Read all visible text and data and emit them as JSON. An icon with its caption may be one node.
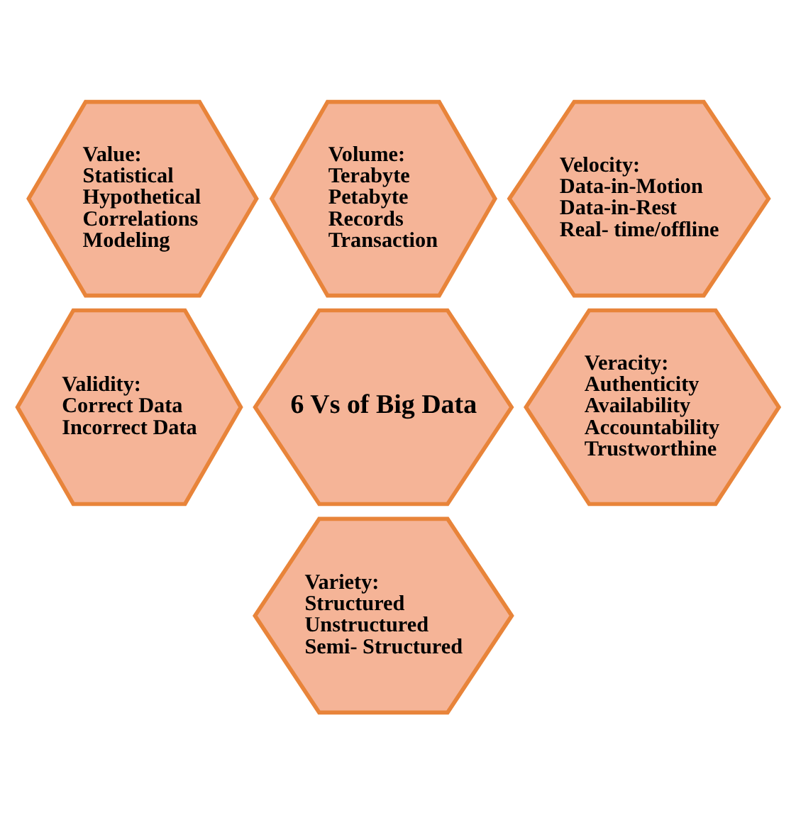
{
  "diagram": {
    "nodes": [
      {
        "text": [
          "Volume:",
          "Terabyte",
          "Petabyte",
          "Records",
          "Transaction"
        ]
      },
      {
        "text": [
          "Value:",
          "Statistical",
          "Hypothetical",
          "Correlations",
          "Modeling"
        ]
      },
      {
        "text": [
          "Velocity:",
          "Data-in-Motion",
          "Data-in-Rest",
          "Real- time/offline"
        ]
      },
      {
        "text": [
          "6 Vs of Big Data"
        ]
      },
      {
        "text": [
          "Validity:",
          "Correct Data",
          "Incorrect Data"
        ]
      },
      {
        "text": [
          "Veracity:",
          "Authenticity",
          "Availability",
          "Accountability",
          "Trustworthine"
        ]
      },
      {
        "text": [
          "Variety:",
          "Structured",
          "Unstructured",
          "Semi- Structured"
        ]
      }
    ]
  }
}
